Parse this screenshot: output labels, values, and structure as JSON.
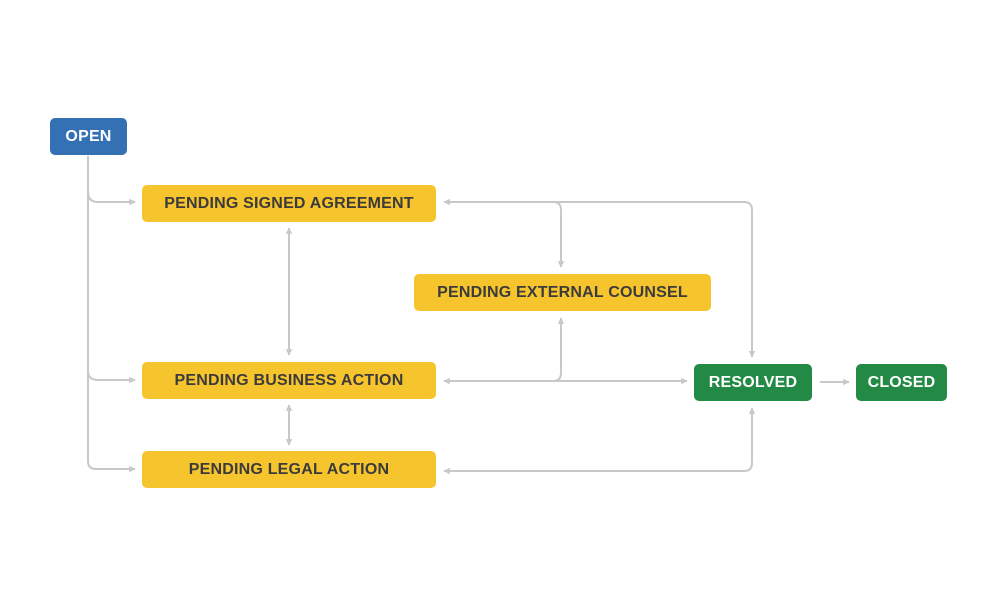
{
  "nodes": {
    "open": "OPEN",
    "pending_signed_agreement": "PENDING SIGNED AGREEMENT",
    "pending_external_counsel": "PENDING EXTERNAL COUNSEL",
    "pending_business_action": "PENDING BUSINESS ACTION",
    "pending_legal_action": "PENDING LEGAL ACTION",
    "resolved": "RESOLVED",
    "closed": "CLOSED"
  },
  "colors": {
    "open": "#3470b4",
    "pending": "#f6c42d",
    "done": "#228a45",
    "connector": "#c8c8c8"
  }
}
